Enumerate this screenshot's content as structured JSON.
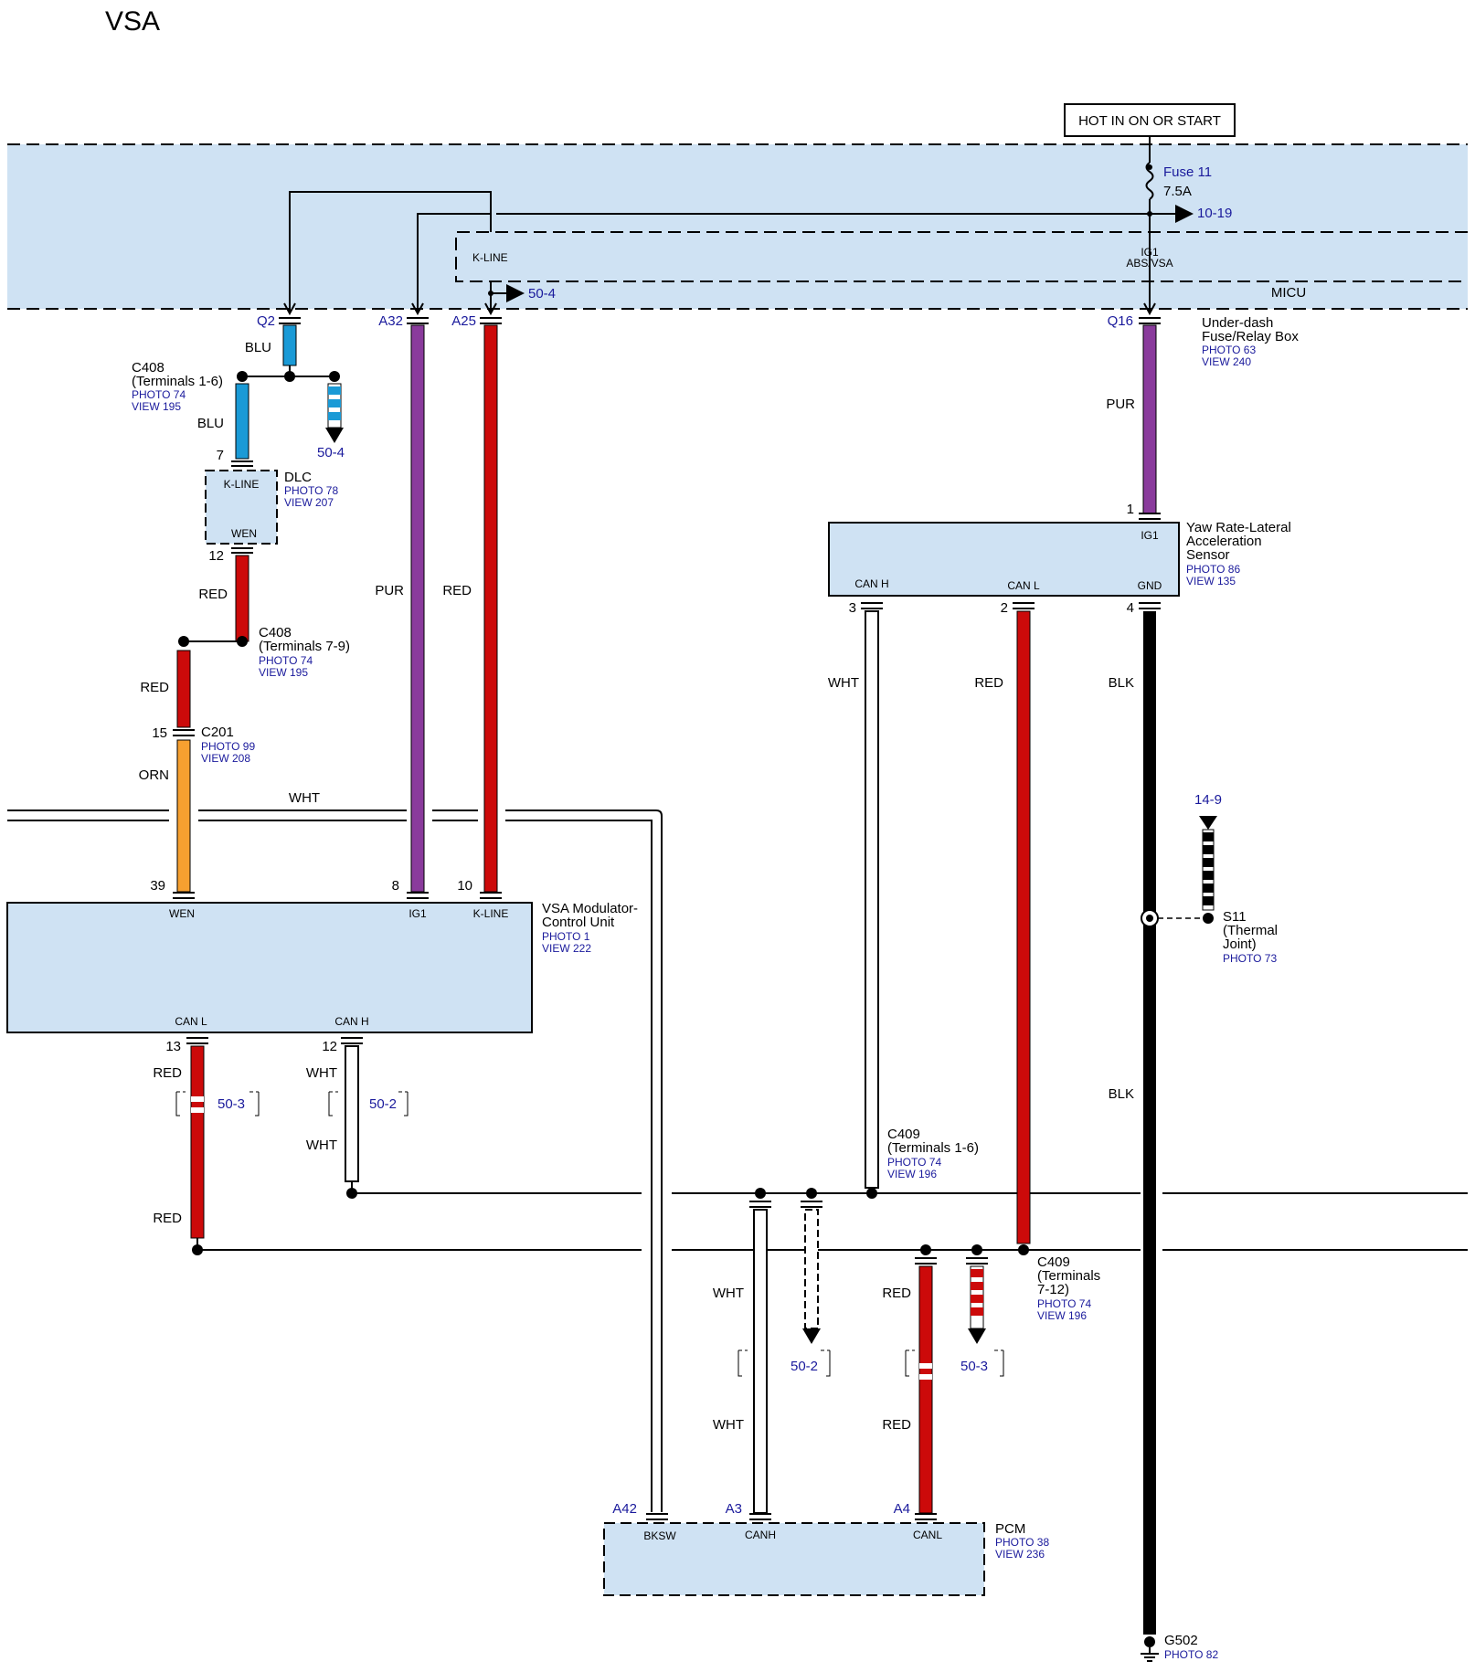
{
  "title": "VSA",
  "colors": {
    "pur": "#8a3b9c",
    "red": "#cc0a0a",
    "blu": "#1a9ad6",
    "orn": "#f7a030",
    "blk": "#000000",
    "box_fill": "#cfe2f3",
    "ref_text": "#1a1a9c"
  },
  "power": {
    "hot_label": "HOT IN ON OR START",
    "fuse_name": "Fuse 11",
    "fuse_rating": "7.5A",
    "fuse_ref": "10-19",
    "klines_label": "K-LINE",
    "ig1_label": "IG1",
    "abs_label": "ABS/VSA",
    "micu_label": "MICU",
    "kline_ref": "50-4",
    "relay_box": {
      "name1": "Under-dash",
      "name2": "Fuse/Relay Box",
      "photo": "PHOTO 63",
      "view": "VIEW 240"
    },
    "q2": "Q2",
    "a32": "A32",
    "a25": "A25",
    "q16": "Q16"
  },
  "c408a": {
    "name": "C408",
    "terminals": "(Terminals 1-6)",
    "photo": "PHOTO 74",
    "view": "VIEW 195",
    "wire_top": "BLU",
    "wire_bottom": "BLU",
    "ref": "50-4"
  },
  "dlc": {
    "name": "DLC",
    "photo": "PHOTO 78",
    "view": "VIEW 207",
    "pin_top": "7",
    "pin_top_label": "K-LINE",
    "pin_bottom_label": "WEN",
    "pin_bottom": "12",
    "wire": "RED"
  },
  "c408b": {
    "name": "C408",
    "terminals": "(Terminals 7-9)",
    "photo": "PHOTO 74",
    "view": "VIEW 195",
    "wire": "RED"
  },
  "c201": {
    "name": "C201",
    "pin": "15",
    "photo": "PHOTO 99",
    "view": "VIEW 208",
    "wire": "ORN"
  },
  "wires_mid": {
    "pur": "PUR",
    "red": "RED",
    "wht_bus": "WHT",
    "pur_q16": "PUR"
  },
  "yaw": {
    "name1": "Yaw Rate-Lateral",
    "name2": "Acceleration",
    "name3": "Sensor",
    "photo": "PHOTO 86",
    "view": "VIEW 135",
    "pin_ig1": "1",
    "ig1": "IG1",
    "canh": "CAN H",
    "canl": "CAN L",
    "gnd": "GND",
    "pin_canh": "3",
    "pin_canl": "2",
    "pin_gnd": "4",
    "wire_canh": "WHT",
    "wire_canl": "RED",
    "wire_gnd": "BLK",
    "wire_gnd2": "BLK"
  },
  "vsa": {
    "name1": "VSA Modulator-",
    "name2": "Control Unit",
    "photo": "PHOTO 1",
    "view": "VIEW 222",
    "wen": "WEN",
    "ig1": "IG1",
    "kline": "K-LINE",
    "pin_wen": "39",
    "pin_ig1": "8",
    "pin_kline": "10",
    "canl": "CAN L",
    "canh": "CAN H",
    "pin_canl": "13",
    "pin_canh": "12",
    "wire_canl": "RED",
    "wire_canl2": "RED",
    "wire_canh": "WHT",
    "wire_canh2": "WHT",
    "ref_canl": "50-3",
    "ref_canh": "50-2"
  },
  "s11": {
    "ref": "14-9",
    "name": "S11",
    "desc1": "(Thermal",
    "desc2": "Joint)",
    "photo": "PHOTO 73"
  },
  "c409a": {
    "name": "C409",
    "terminals": "(Terminals 1-6)",
    "photo": "PHOTO 74",
    "view": "VIEW 196"
  },
  "c409b": {
    "name": "C409",
    "terminals1": "(Terminals",
    "terminals2": "7-12)",
    "photo": "PHOTO 74",
    "view": "VIEW 196"
  },
  "pcm_wires": {
    "wht1": "WHT",
    "wht2": "WHT",
    "red1": "RED",
    "red2": "RED",
    "ref_wht": "50-2",
    "ref_red": "50-3"
  },
  "pcm": {
    "name": "PCM",
    "photo": "PHOTO 38",
    "view": "VIEW 236",
    "a42": "A42",
    "a3": "A3",
    "a4": "A4",
    "bksw": "BKSW",
    "canh": "CANH",
    "canl": "CANL"
  },
  "ground": {
    "name": "G502",
    "photo": "PHOTO 82"
  }
}
